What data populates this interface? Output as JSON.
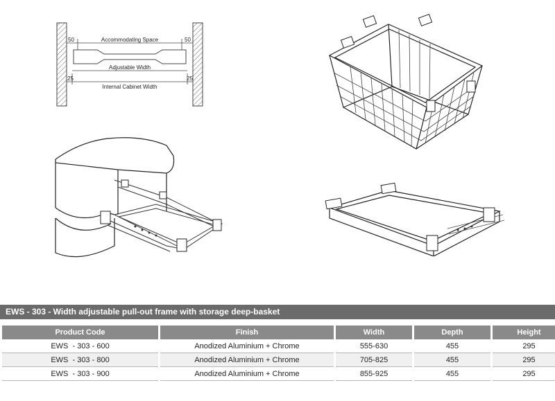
{
  "drawing1": {
    "accommodating_space": "Accommodating Space",
    "adjustable_width": "Adjustable Width",
    "internal_cabinet_width": "Internal Cabinet Width",
    "dim_left_top": "50",
    "dim_right_top": "50",
    "dim_left_bottom": "25",
    "dim_right_bottom": "25"
  },
  "title": "EWS - 303 - Width adjustable pull-out frame with storage deep-basket",
  "table": {
    "headers": [
      "Product Code",
      "Finish",
      "Width",
      "Depth",
      "Height"
    ],
    "rows": [
      [
        "EWS  - 303 - 600",
        "Anodized Aluminium + Chrome",
        "555-630",
        "455",
        "295"
      ],
      [
        "EWS  - 303 - 800",
        "Anodized Aluminium + Chrome",
        "705-825",
        "455",
        "295"
      ],
      [
        "EWS  - 303 - 900",
        "Anodized Aluminium + Chrome",
        "855-925",
        "455",
        "295"
      ]
    ]
  }
}
